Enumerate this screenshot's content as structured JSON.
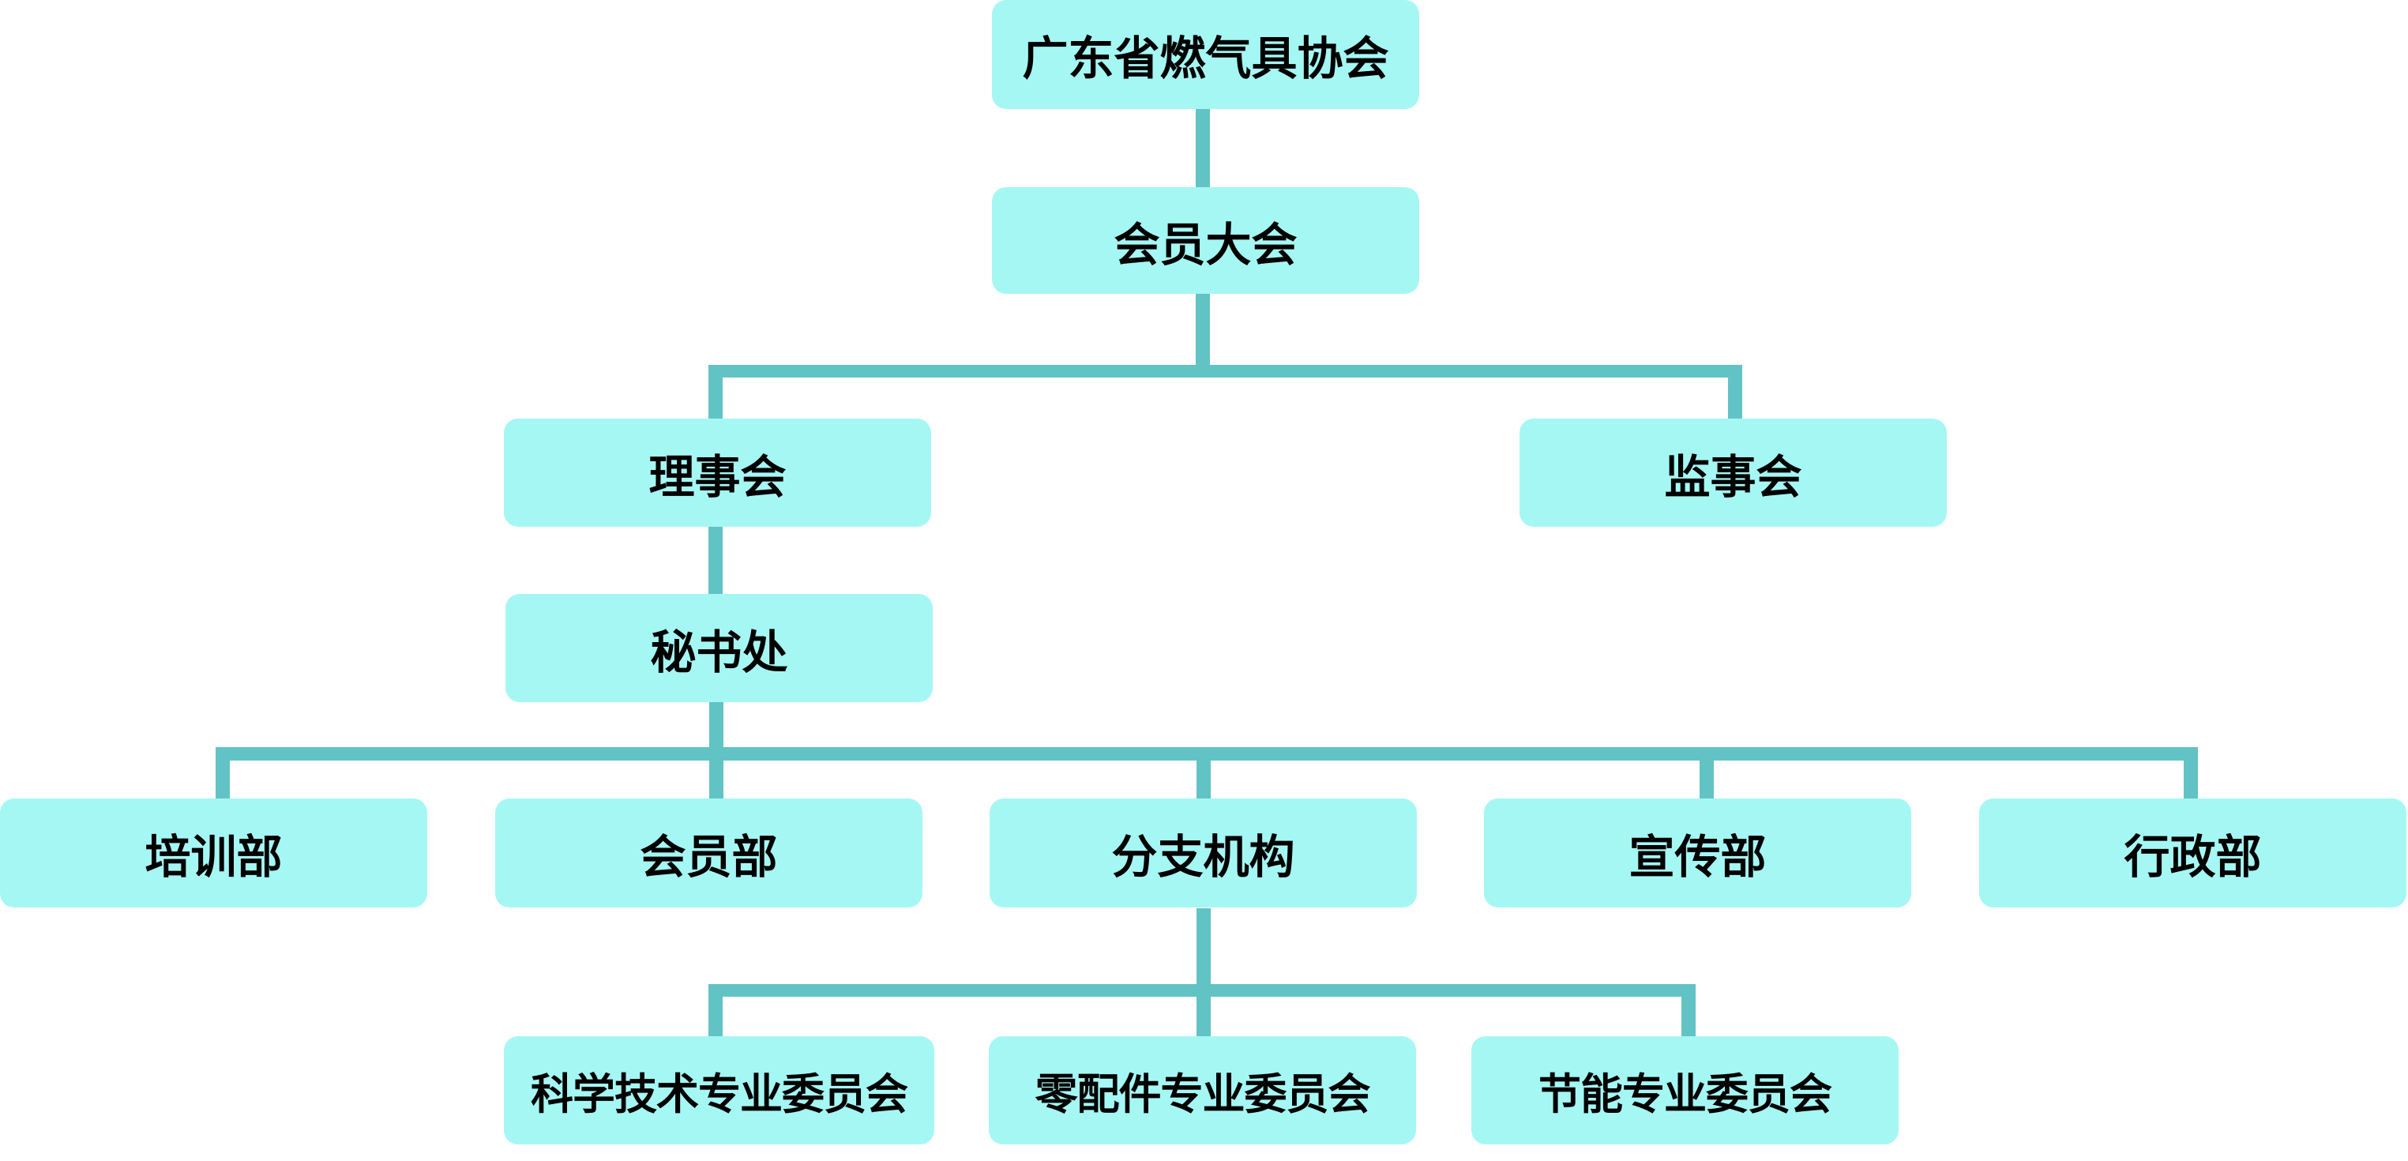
{
  "org_chart": {
    "root": "广东省燃气具协会",
    "assembly": "会员大会",
    "council": "理事会",
    "supervisory_board": "监事会",
    "secretariat": "秘书处",
    "departments": [
      "培训部",
      "会员部",
      "分支机构",
      "宣传部",
      "行政部"
    ],
    "committees": [
      "科学技术专业委员会",
      "零配件专业委员会",
      "节能专业委员会"
    ]
  },
  "colors": {
    "box_fill": "#a5f7f4",
    "connector": "#62c3c5",
    "text": "#000000"
  }
}
